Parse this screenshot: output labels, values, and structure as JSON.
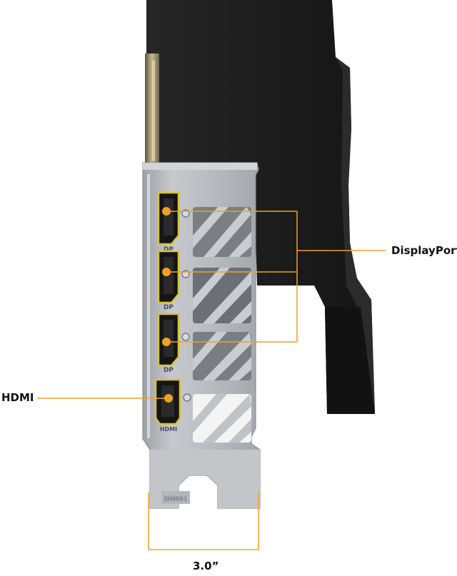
{
  "labels": {
    "displayport": "DisplayPort",
    "hdmi": "HDMI",
    "bracket_width": "3.0”"
  },
  "port_markings": {
    "dp": "DP",
    "hdmi": "HDMI"
  },
  "bracket_code": "DH0001",
  "colors": {
    "callout": "#f2a023",
    "port_outline": "#d9c23a",
    "cooler": "#1b1b1b",
    "bracket": "#b9bcc0"
  }
}
